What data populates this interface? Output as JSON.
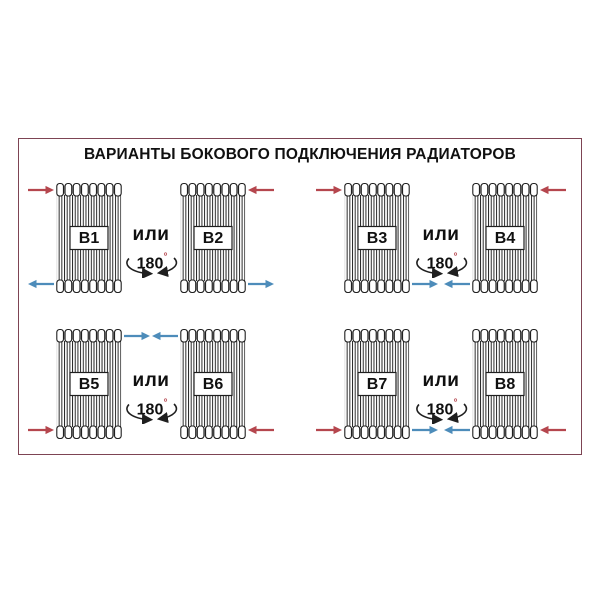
{
  "title": "ВАРИАНТЫ БОКОВОГО ПОДКЛЮЧЕНИЯ РАДИАТОРОВ",
  "palette": {
    "supply_color": "#b5464e",
    "return_color": "#4d8cba",
    "frame_border_color": "#7d4453",
    "line_color": "#1f1f1f",
    "joint_color": "#9a9a9a",
    "text_color": "#101010"
  },
  "connectors": [
    {
      "or_label": "или",
      "rotation_value": "180",
      "degree_mark": "°"
    },
    {
      "or_label": "или",
      "rotation_value": "180",
      "degree_mark": "°"
    },
    {
      "or_label": "или",
      "rotation_value": "180",
      "degree_mark": "°"
    },
    {
      "or_label": "или",
      "rotation_value": "180",
      "degree_mark": "°"
    }
  ],
  "radiators": [
    {
      "label": "В1",
      "arrows": [
        {
          "line": "supply",
          "level": "top",
          "side": "left",
          "dir": "right"
        },
        {
          "line": "return",
          "level": "bottom",
          "side": "left",
          "dir": "left"
        }
      ]
    },
    {
      "label": "В2",
      "arrows": [
        {
          "line": "supply",
          "level": "top",
          "side": "right",
          "dir": "left"
        },
        {
          "line": "return",
          "level": "bottom",
          "side": "right",
          "dir": "right"
        }
      ]
    },
    {
      "label": "В3",
      "arrows": [
        {
          "line": "supply",
          "level": "top",
          "side": "left",
          "dir": "right"
        },
        {
          "line": "return",
          "level": "bottom",
          "side": "right",
          "dir": "right"
        }
      ]
    },
    {
      "label": "В4",
      "arrows": [
        {
          "line": "supply",
          "level": "top",
          "side": "right",
          "dir": "left"
        },
        {
          "line": "return",
          "level": "bottom",
          "side": "left",
          "dir": "left"
        }
      ]
    },
    {
      "label": "В5",
      "arrows": [
        {
          "line": "return",
          "level": "top",
          "side": "right",
          "dir": "right"
        },
        {
          "line": "supply",
          "level": "bottom",
          "side": "left",
          "dir": "right"
        }
      ]
    },
    {
      "label": "В6",
      "arrows": [
        {
          "line": "return",
          "level": "top",
          "side": "left",
          "dir": "left"
        },
        {
          "line": "supply",
          "level": "bottom",
          "side": "right",
          "dir": "left"
        }
      ]
    },
    {
      "label": "В7",
      "arrows": [
        {
          "line": "supply",
          "level": "bottom",
          "side": "left",
          "dir": "right"
        },
        {
          "line": "return",
          "level": "bottom",
          "side": "right",
          "dir": "right"
        }
      ]
    },
    {
      "label": "В8",
      "arrows": [
        {
          "line": "return",
          "level": "bottom",
          "side": "left",
          "dir": "left"
        },
        {
          "line": "supply",
          "level": "bottom",
          "side": "right",
          "dir": "left"
        }
      ]
    }
  ]
}
